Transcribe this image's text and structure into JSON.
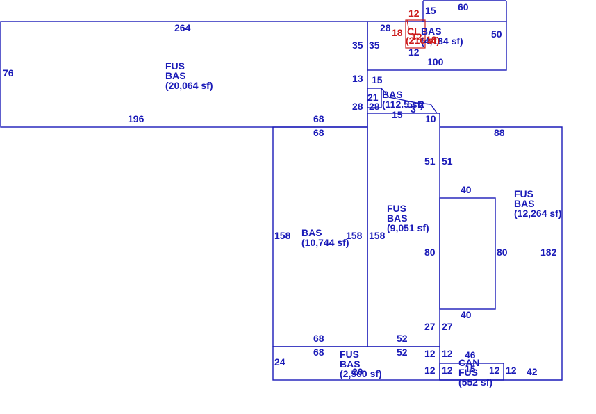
{
  "colors": {
    "line": "#1b1bb8",
    "highlight": "#cc1a1a",
    "background": "#ffffff"
  },
  "areas": [
    {
      "id": "west",
      "lines": [
        "FUS",
        "BAS",
        "(20,064 sf)"
      ]
    },
    {
      "id": "center",
      "lines": [
        "FUS",
        "BAS",
        "(9,051 sf)"
      ]
    },
    {
      "id": "southwest",
      "lines": [
        "BAS",
        "(10,744 sf)"
      ]
    },
    {
      "id": "east",
      "lines": [
        "FUS",
        "BAS",
        "(12,264 sf)"
      ]
    },
    {
      "id": "bottom",
      "lines": [
        "FUS",
        "BAS",
        "(2,500 sf)"
      ]
    },
    {
      "id": "can",
      "lines": [
        "CAN",
        "FUS",
        "(552 sf)"
      ]
    },
    {
      "id": "north",
      "lines": [
        "BAS",
        "(4,184 sf)"
      ]
    },
    {
      "id": "small",
      "lines": [
        "BAS",
        "(112.5 sf)"
      ]
    },
    {
      "id": "red",
      "lines": [
        "CL",
        "(216 sf)"
      ]
    }
  ],
  "dimensions": [
    "264",
    "76",
    "196",
    "68",
    "68",
    "35",
    "35",
    "28",
    "13",
    "28",
    "28",
    "15",
    "60",
    "50",
    "100",
    "12",
    "15",
    "15",
    "21",
    "5",
    "10",
    "2",
    "3",
    "51",
    "51",
    "88",
    "40",
    "80",
    "80",
    "40",
    "182",
    "158",
    "158",
    "158",
    "68",
    "68",
    "52",
    "52",
    "27",
    "27",
    "24",
    "12",
    "12",
    "12",
    "12",
    "46",
    "12",
    "12",
    "42",
    "20",
    "15"
  ],
  "red_dimensions": [
    "12",
    "18",
    "18",
    "12"
  ]
}
